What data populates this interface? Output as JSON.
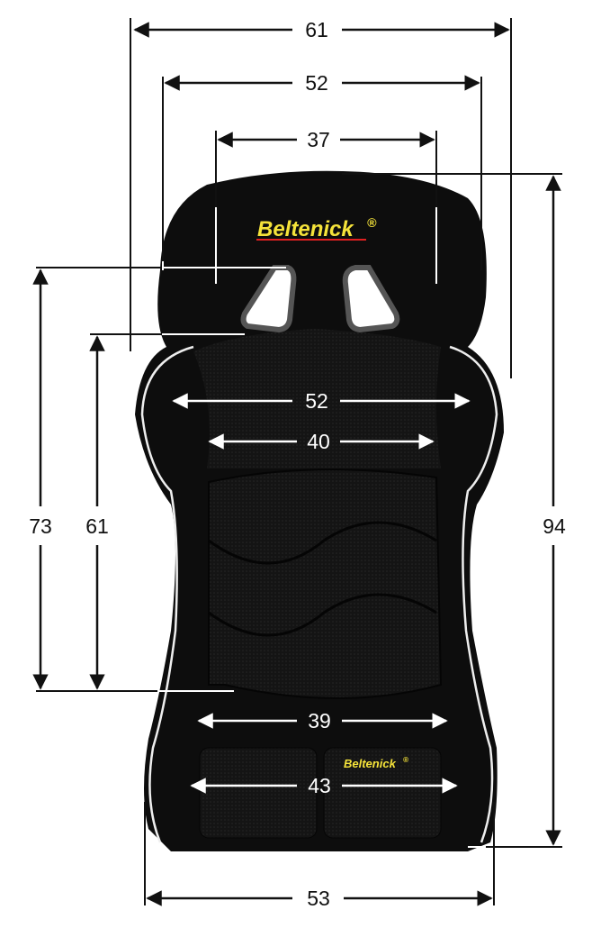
{
  "brand": {
    "name": "Beltenick",
    "mark": "®",
    "text_color": "#f5e33a",
    "underline_color": "#e02020"
  },
  "dimensions": {
    "top_width_outer": "61",
    "top_width_shoulder": "52",
    "harness_slot_spacing": "37",
    "mid_width_outer": "52",
    "mid_width_inner": "40",
    "seat_width_inner": "39",
    "seat_cushion_width": "43",
    "base_width": "53",
    "height_to_shoulder_slot_outer": "73",
    "height_to_shoulder_slot_inner": "61",
    "total_height": "94"
  }
}
